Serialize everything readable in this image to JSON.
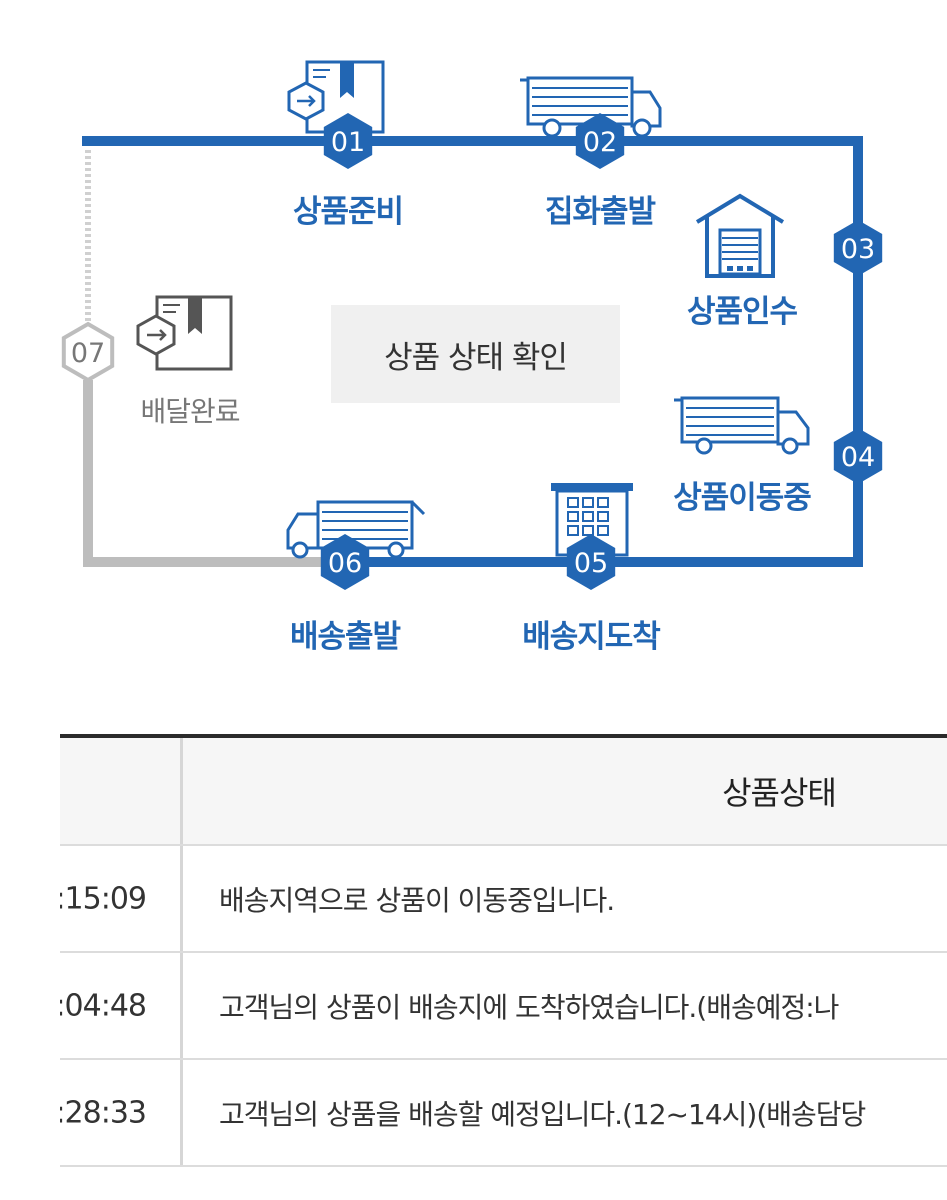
{
  "diagram": {
    "center_label": "상품 상태 확인",
    "steps": [
      {
        "number": "01",
        "label": "상품준비",
        "icon": "box-with-arrow-icon",
        "state": "done"
      },
      {
        "number": "02",
        "label": "집화출발",
        "icon": "truck-icon",
        "state": "done"
      },
      {
        "number": "03",
        "label": "상품인수",
        "icon": "warehouse-icon",
        "state": "done"
      },
      {
        "number": "04",
        "label": "상품이동중",
        "icon": "truck-icon",
        "state": "done"
      },
      {
        "number": "05",
        "label": "배송지도착",
        "icon": "building-icon",
        "state": "done"
      },
      {
        "number": "06",
        "label": "배송출발",
        "icon": "truck-icon",
        "state": "current"
      },
      {
        "number": "07",
        "label": "배달완료",
        "icon": "box-with-arrow-icon",
        "state": "pending"
      }
    ],
    "colors": {
      "active": "#2266b3",
      "inactive": "#bdbdbd",
      "pending_text": "#777777"
    }
  },
  "table": {
    "header": {
      "status": "상품상태"
    },
    "rows": [
      {
        "time": ":15:09",
        "status": "배송지역으로 상품이 이동중입니다."
      },
      {
        "time": ":04:48",
        "status": "고객님의 상품이 배송지에 도착하였습니다.(배송예정:나"
      },
      {
        "time": ":28:33",
        "status": "고객님의 상품을 배송할 예정입니다.(12~14시)(배송담당"
      }
    ]
  }
}
